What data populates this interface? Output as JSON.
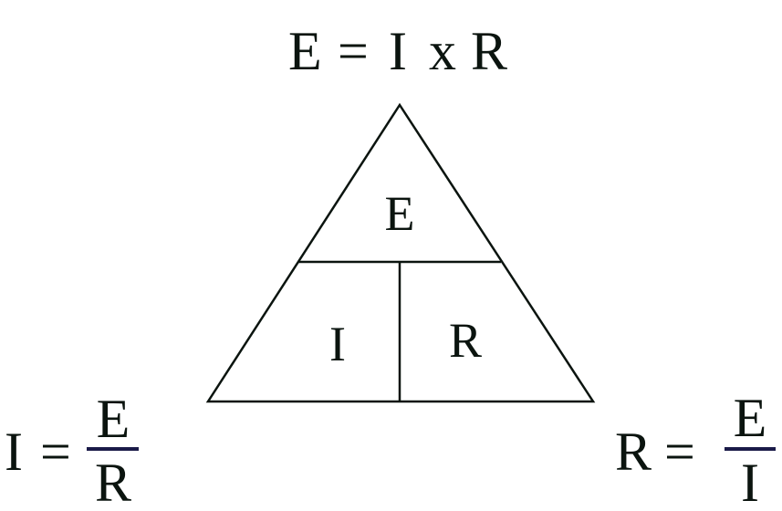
{
  "title": {
    "lhs": "E",
    "eq": "=",
    "a": "I",
    "op": "x",
    "b": "R"
  },
  "triangle": {
    "top": "E",
    "bottom_left": "I",
    "bottom_right": "R"
  },
  "formula_current": {
    "lhs": "I",
    "eq": "=",
    "numerator": "E",
    "denominator": "R"
  },
  "formula_resistance": {
    "lhs": "R",
    "eq": "=",
    "numerator": "E",
    "denominator": "I"
  },
  "colors": {
    "ink": "#0b140f",
    "fraction_bar": "#1a1a48"
  }
}
